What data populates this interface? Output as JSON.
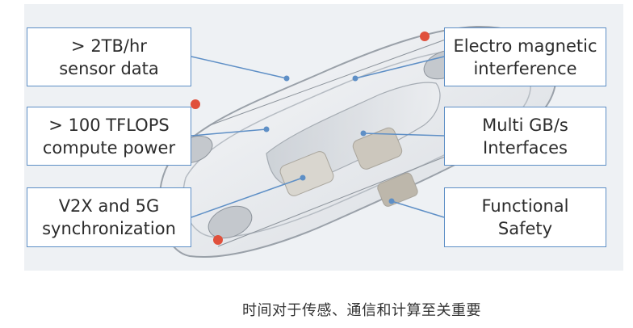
{
  "callouts": {
    "sensor": "> 2TB/hr\nsensor data",
    "compute": "> 100 TFLOPS\ncompute power",
    "v2x": "V2X and 5G\nsynchronization",
    "emi": "Electro magnetic\ninterference",
    "multigb": "Multi GB/s\nInterfaces",
    "safety": "Functional\nSafety"
  },
  "caption": "时间对于传感、通信和计算至关重要",
  "colors": {
    "callout_border": "#5e8fc6",
    "leader_line": "#5e8fc6",
    "sensor_marker": "#e0503c"
  }
}
